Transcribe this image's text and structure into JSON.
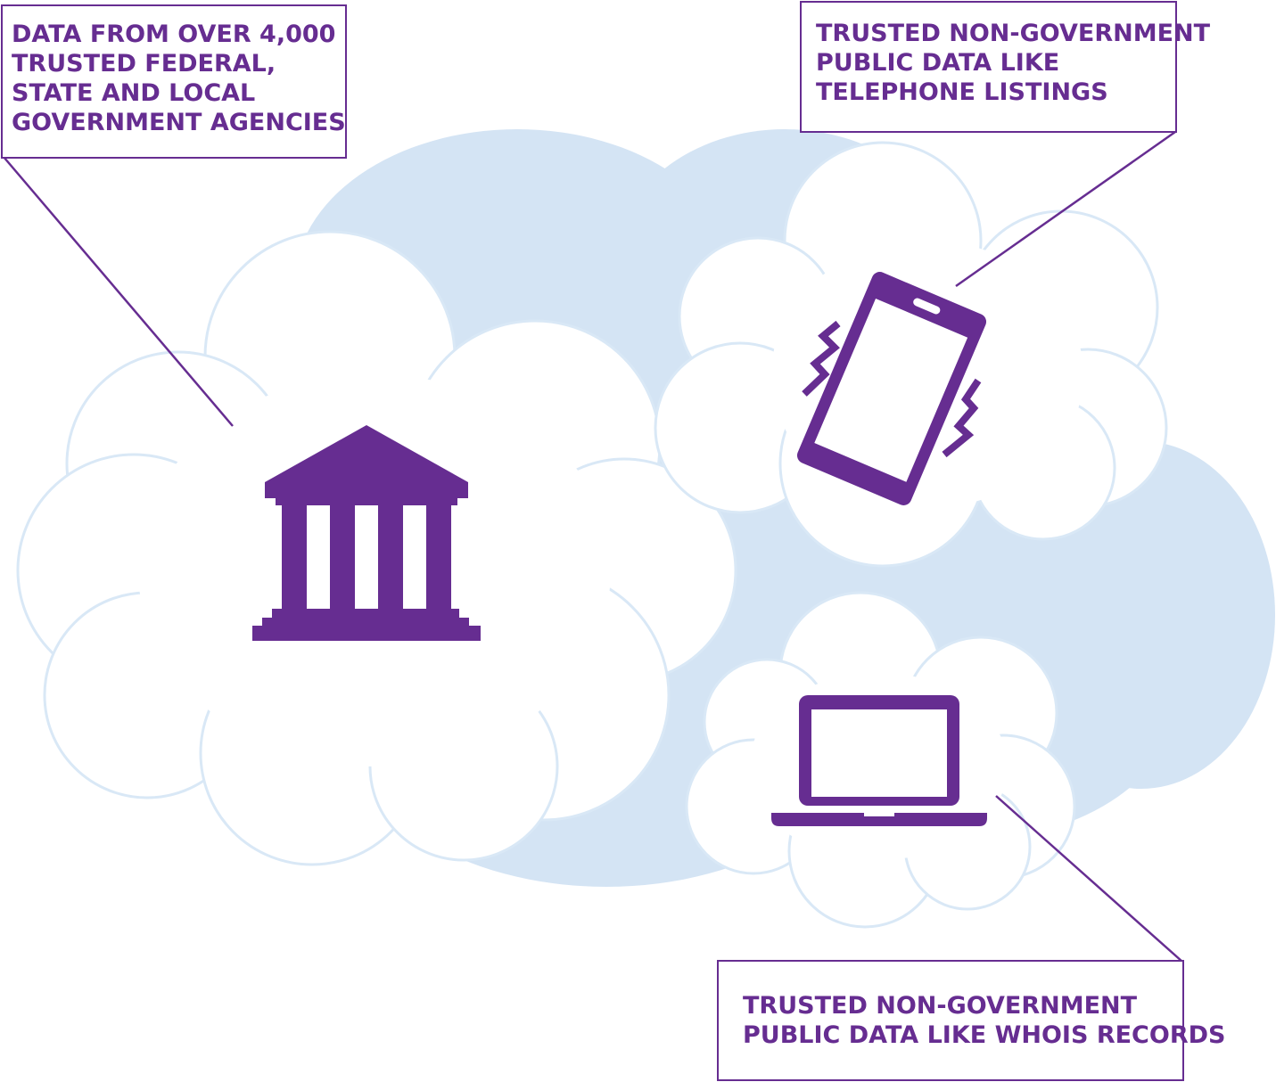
{
  "callouts": {
    "government": {
      "lines": [
        "DATA FROM OVER 4,000",
        "TRUSTED FEDERAL,",
        "STATE AND LOCAL",
        "GOVERNMENT AGENCIES"
      ]
    },
    "telephone": {
      "lines": [
        "TRUSTED NON-GOVERNMENT",
        "PUBLIC DATA LIKE",
        "TELEPHONE LISTINGS"
      ]
    },
    "whois": {
      "lines": [
        "TRUSTED NON-GOVERNMENT",
        "PUBLIC DATA LIKE WHOIS RECORDS"
      ]
    }
  },
  "icons": {
    "government": "government-building-icon",
    "telephone": "vibrating-phone-icon",
    "whois": "laptop-icon"
  },
  "colors": {
    "accent": "#662d91",
    "cloud_back": "#d4e4f4",
    "cloud_outline": "#d9e8f6",
    "cloud_front": "#ffffff"
  }
}
